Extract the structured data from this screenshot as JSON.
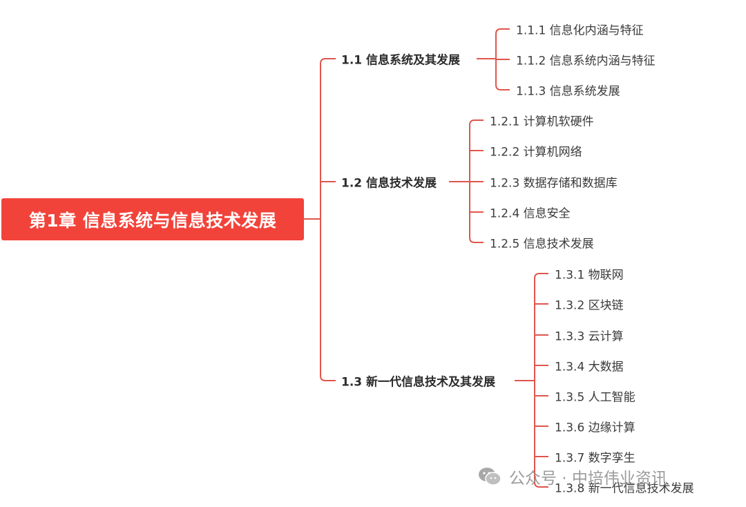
{
  "root": {
    "label": "第1章 信息系统与信息技术发展"
  },
  "sections": [
    {
      "label": "1.1 信息系统及其发展",
      "children": [
        "1.1.1 信息化内涵与特征",
        "1.1.2 信息系统内涵与特征",
        "1.1.3 信息系统发展"
      ]
    },
    {
      "label": "1.2 信息技术发展",
      "children": [
        "1.2.1 计算机软硬件",
        "1.2.2 计算机网络",
        "1.2.3 数据存储和数据库",
        "1.2.4 信息安全",
        "1.2.5 信息技术发展"
      ]
    },
    {
      "label": "1.3 新一代信息技术及其发展",
      "children": [
        "1.3.1 物联网",
        "1.3.2 区块链",
        "1.3.3 云计算",
        "1.3.4 大数据",
        "1.3.5 人工智能",
        "1.3.6 边缘计算",
        "1.3.7 数字孪生",
        "1.3.8 新一代信息技术发展"
      ]
    }
  ],
  "watermark": {
    "label": "公众号 · 中培伟业资讯",
    "icon": "wechat-icon"
  },
  "colors": {
    "root_bg": "#f2433a",
    "root_text": "#ffffff",
    "connector": "#e0554b"
  }
}
